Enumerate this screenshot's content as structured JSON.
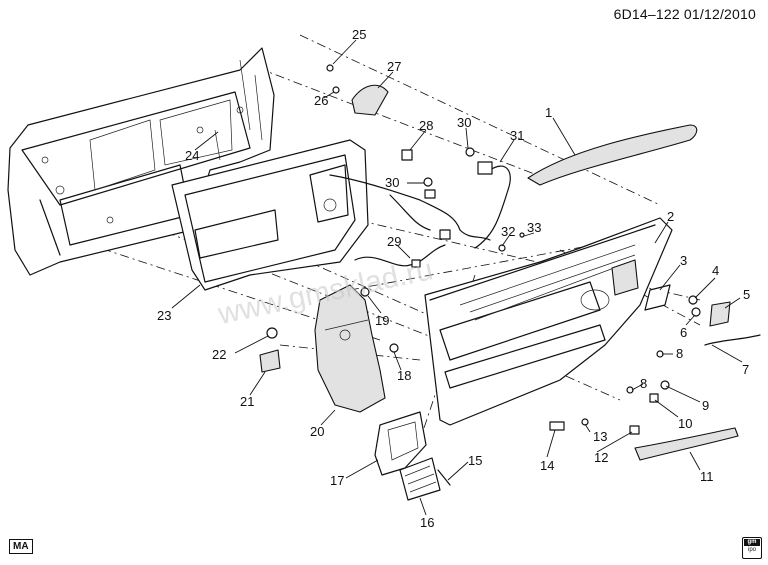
{
  "header": {
    "ref_code": "6D14–122  01/12/2010"
  },
  "footer": {
    "ma_badge": "MA",
    "gm_badge_top": "gm",
    "gm_badge_bottom": "ipo"
  },
  "watermark": "www.gmsklad.ru",
  "callouts": [
    "1",
    "2",
    "3",
    "4",
    "5",
    "6",
    "7",
    "8",
    "8",
    "9",
    "10",
    "11",
    "12",
    "13",
    "14",
    "15",
    "16",
    "17",
    "18",
    "19",
    "20",
    "21",
    "22",
    "23",
    "24",
    "25",
    "26",
    "27",
    "28",
    "29",
    "30",
    "30",
    "31",
    "32",
    "33"
  ]
}
